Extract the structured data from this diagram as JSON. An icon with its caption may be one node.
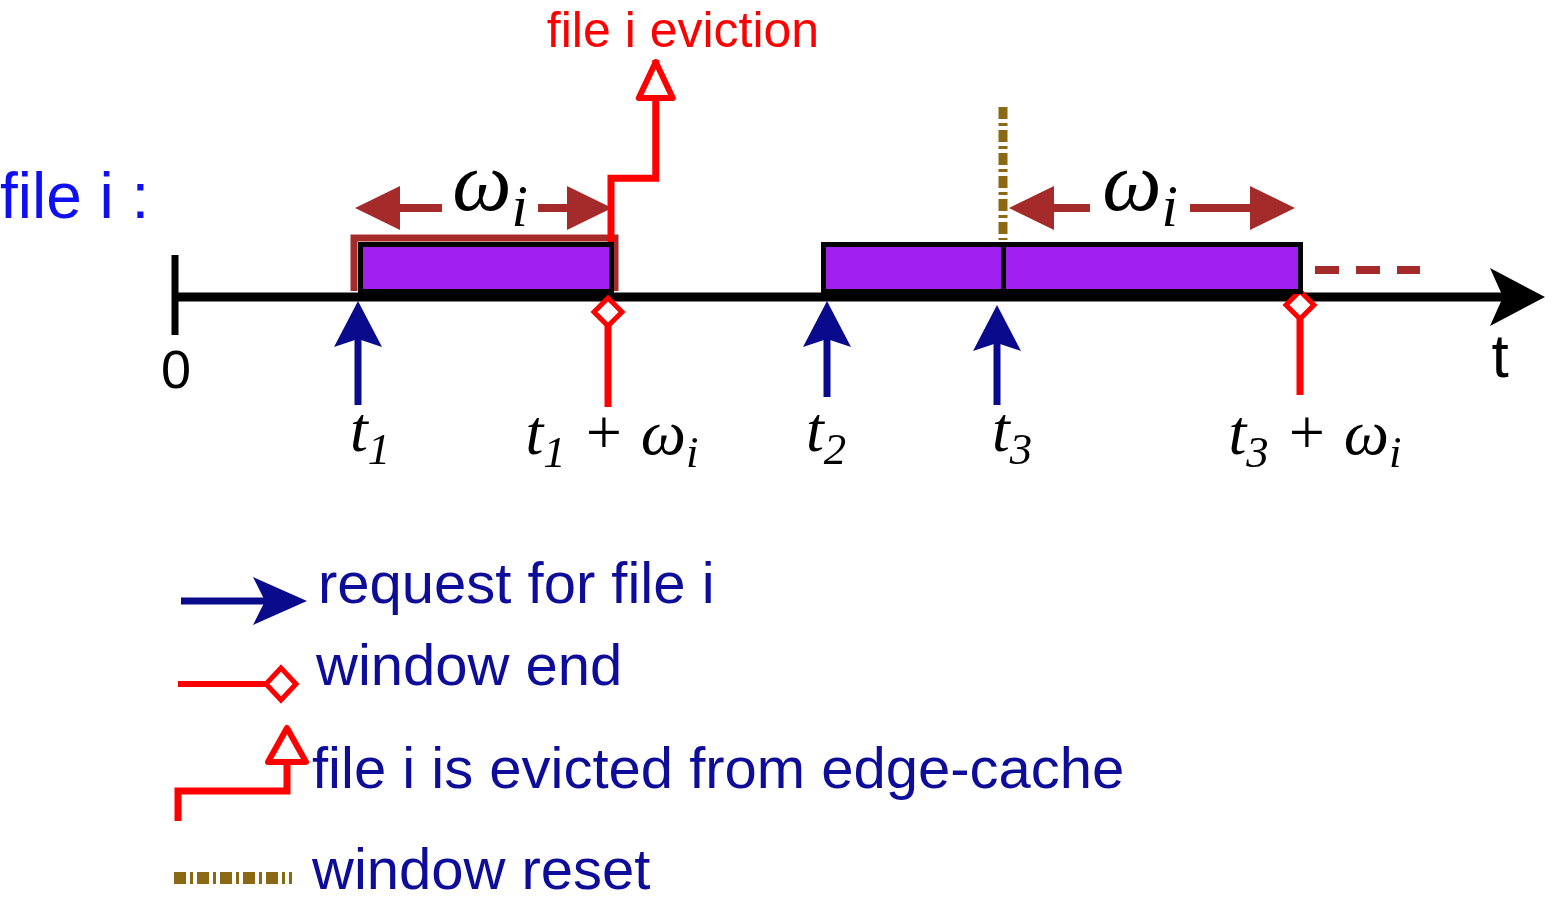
{
  "diagram": {
    "nodes": [
      {
        "text": [
          "file i eviction"
        ]
      },
      {
        "text": [],
        "shape": "bar"
      },
      {
        "text": [],
        "shape": "bar"
      },
      {
        "text": [],
        "shape": "bar"
      }
    ],
    "edges": [
      {
        "from": 1,
        "to": 0,
        "arrow": "to"
      }
    ],
    "labels": [
      "file i :",
      "ω$_{i}$",
      "ω$_{i}$",
      "0",
      "t",
      "t$_{1}$",
      "t$_{1}$ + ω$_{i}$",
      "t$_{2}$",
      "t$_{3}$",
      "t$_{3}$ + ω$_{i}$"
    ],
    "legend": [
      {
        "text": "request for file i"
      },
      {
        "text": "window end"
      },
      {
        "text": "file i is evicted from edge-cache"
      },
      {
        "text": "window reset"
      }
    ]
  }
}
